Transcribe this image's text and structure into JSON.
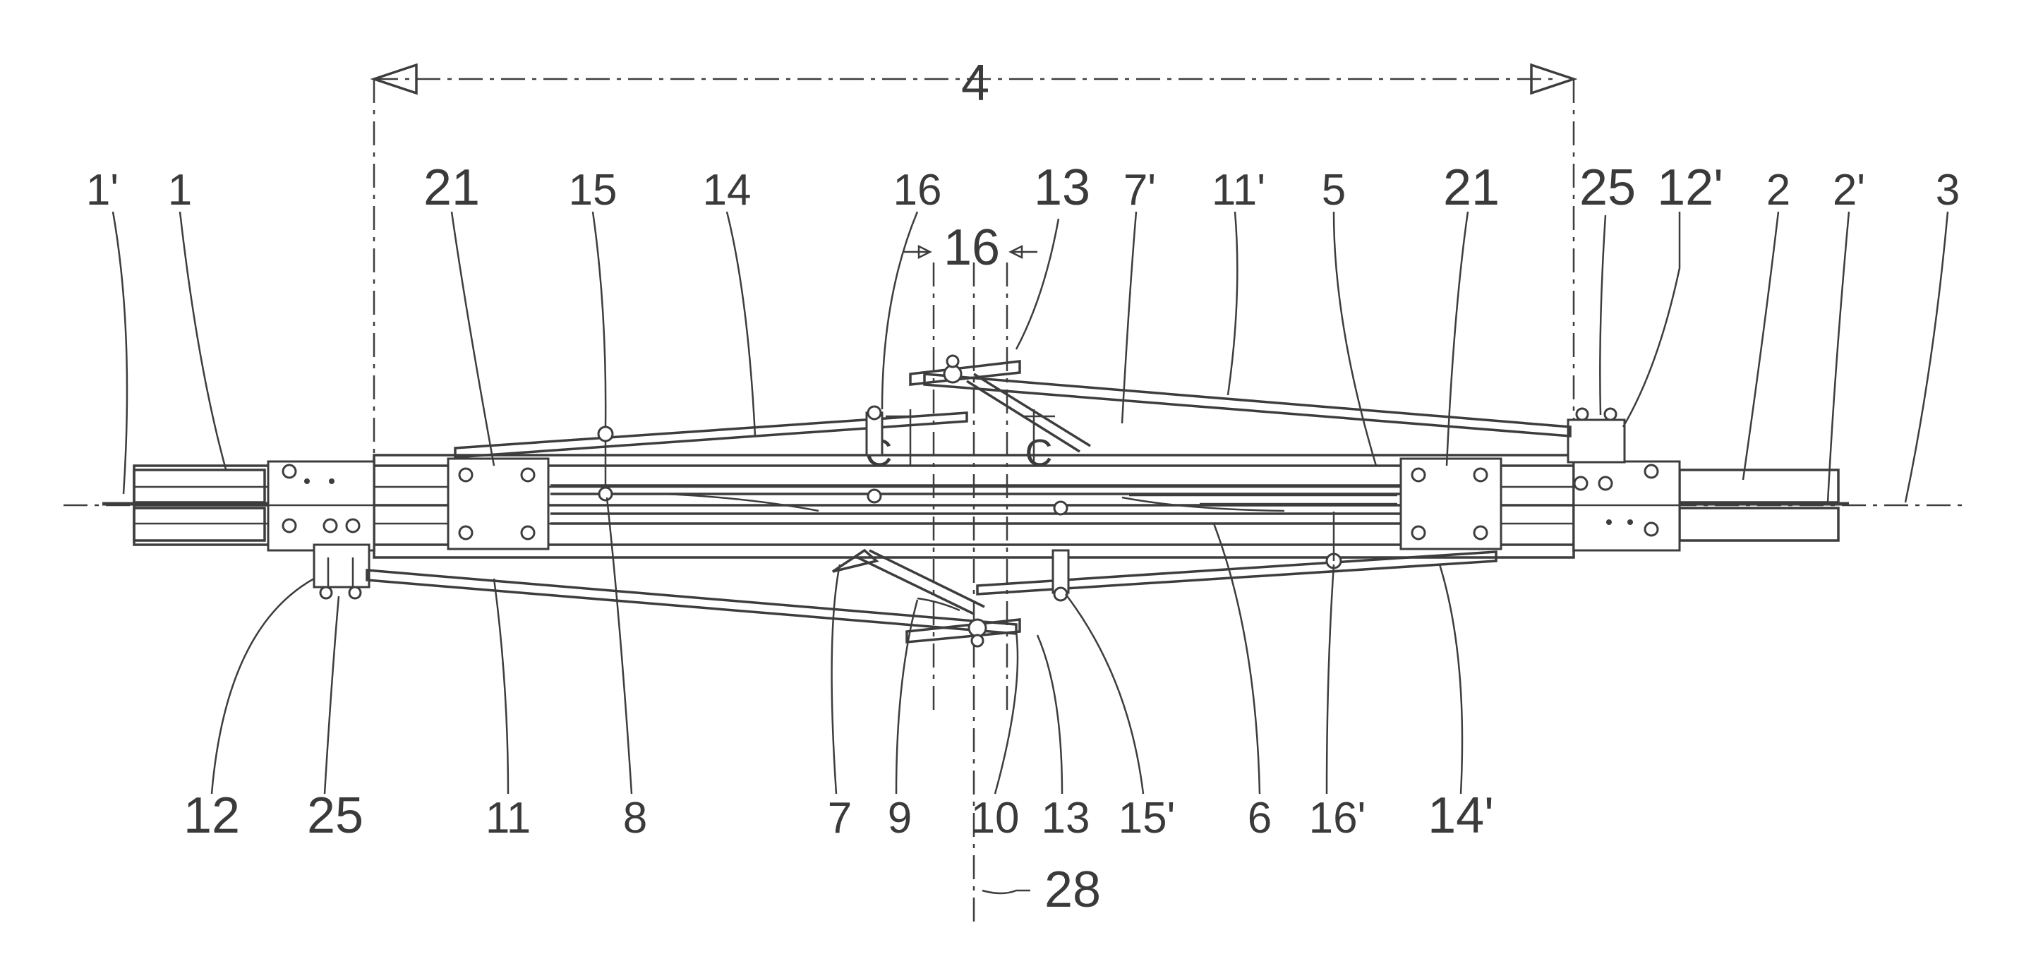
{
  "labels": {
    "dim_4": "4",
    "sec_16": "16",
    "top_1p": "1'",
    "top_1": "1",
    "top_21a": "21",
    "top_15": "15",
    "top_14": "14",
    "top_16": "16",
    "top_13": "13",
    "top_7p": "7'",
    "top_11p": "11'",
    "top_5": "5",
    "top_21b": "21",
    "top_25": "25",
    "top_12p": "12'",
    "top_2": "2",
    "top_2p": "2'",
    "top_3": "3",
    "bot_12": "12",
    "bot_25": "25",
    "bot_11": "11",
    "bot_8": "8",
    "bot_7": "7",
    "bot_9": "9",
    "bot_10": "10",
    "bot_13": "13",
    "bot_15p": "15'",
    "bot_6": "6",
    "bot_16p": "16'",
    "bot_14p": "14'",
    "axis_28": "28",
    "sec_c_left": "C",
    "sec_c_right": "C"
  }
}
